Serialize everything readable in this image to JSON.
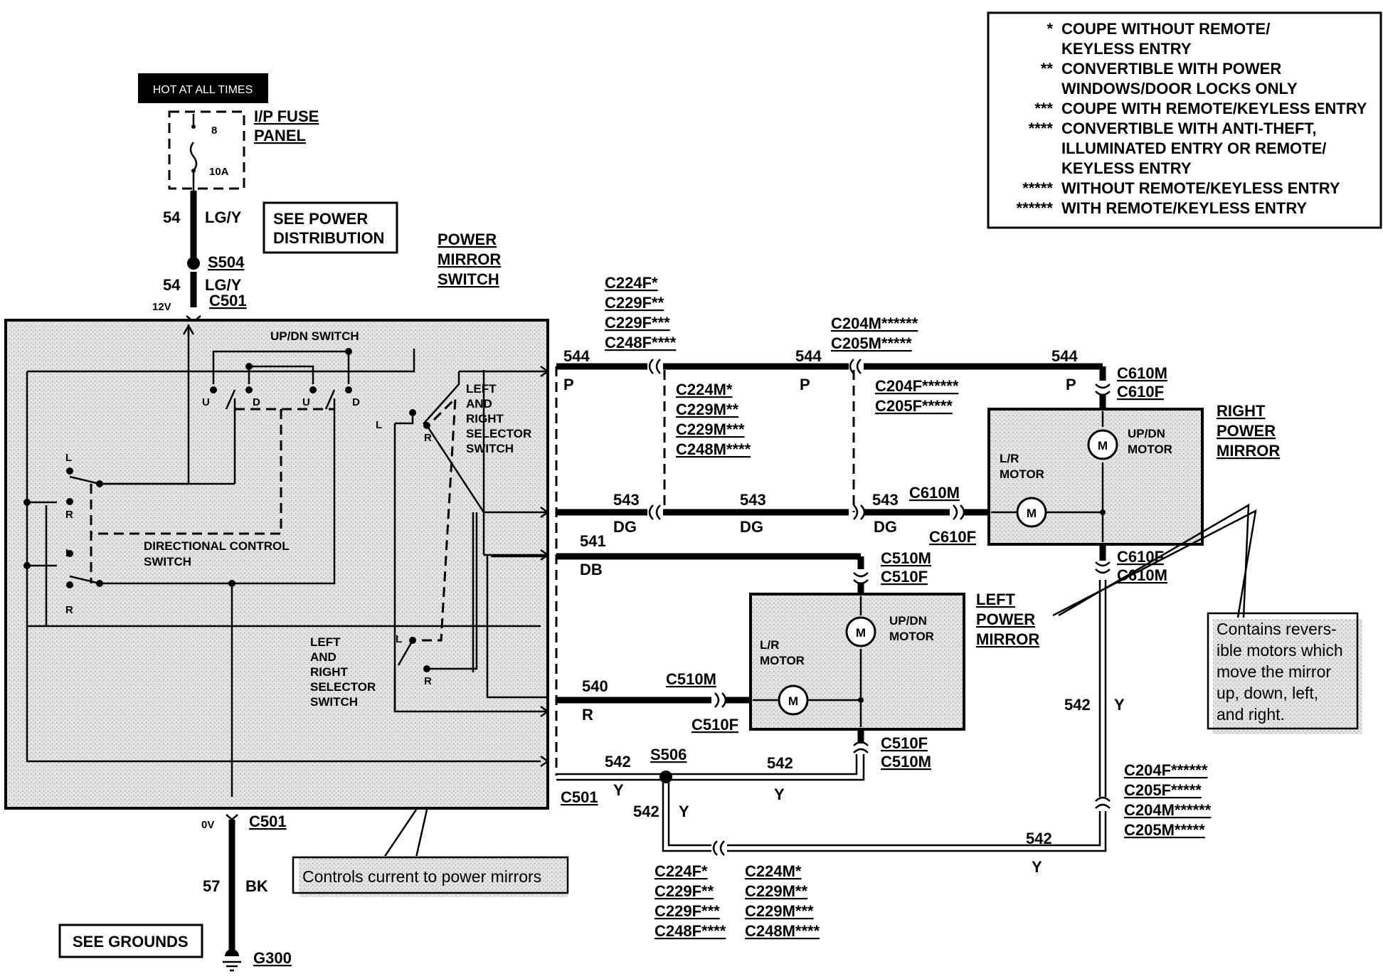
{
  "legend": {
    "rows": [
      {
        "mark": "*",
        "text": [
          "COUPE WITHOUT REMOTE/",
          "KEYLESS ENTRY"
        ]
      },
      {
        "mark": "**",
        "text": [
          "CONVERTIBLE WITH POWER",
          "WINDOWS/DOOR LOCKS ONLY"
        ]
      },
      {
        "mark": "***",
        "text": [
          "COUPE WITH REMOTE/KEYLESS ENTRY"
        ]
      },
      {
        "mark": "****",
        "text": [
          "CONVERTIBLE WITH ANTI-THEFT,",
          "ILLUMINATED ENTRY OR REMOTE/",
          "KEYLESS ENTRY"
        ]
      },
      {
        "mark": "*****",
        "text": [
          "WITHOUT REMOTE/KEYLESS ENTRY"
        ]
      },
      {
        "mark": "******",
        "text": [
          "WITH REMOTE/KEYLESS ENTRY"
        ]
      }
    ]
  },
  "power": {
    "hot_label": "HOT AT ALL TIMES",
    "fuse_panel": [
      "I/P FUSE",
      "PANEL"
    ],
    "fuse_number": "8",
    "fuse_rating": "10A",
    "see_power": [
      "SEE POWER",
      "DISTRIBUTION"
    ],
    "splice": "S504",
    "circuit": "54",
    "color": "LG/Y",
    "voltage": "12V",
    "connector": "C501"
  },
  "switch": {
    "title": [
      "POWER",
      "MIRROR",
      "SWITCH"
    ],
    "updn": "UP/DN SWITCH",
    "directional": [
      "DIRECTIONAL CONTROL",
      "SWITCH"
    ],
    "selector": [
      "LEFT",
      "AND",
      "RIGHT",
      "SELECTOR",
      "SWITCH"
    ],
    "pos_u": "U",
    "pos_d": "D",
    "pos_l": "L",
    "pos_r": "R"
  },
  "ground": {
    "voltage": "0V",
    "connector": "C501",
    "circuit": "57",
    "color": "BK",
    "ground": "G300",
    "see_grounds": "SEE GROUNDS"
  },
  "callouts": {
    "switch": "Controls current to power mirrors",
    "mirror": [
      "Contains revers-",
      "ible motors which",
      "move the mirror",
      "up,  down,  left,",
      "and right."
    ]
  },
  "wires": {
    "w544": {
      "circuit": "544",
      "color": "P"
    },
    "w543": {
      "circuit": "543",
      "color": "DG"
    },
    "w541": {
      "circuit": "541",
      "color": "DB"
    },
    "w540": {
      "circuit": "540",
      "color": "R"
    },
    "w542": {
      "circuit": "542",
      "color": "Y"
    },
    "splice": "S506",
    "c501": "C501"
  },
  "connectors": {
    "upper_f": [
      "C224F*",
      "C229F**",
      "C229F***",
      "C248F****"
    ],
    "upper_m": [
      "C224M*",
      "C229M**",
      "C229M***",
      "C248M****"
    ],
    "mid_m": [
      "C204M******",
      "C205M*****"
    ],
    "mid_f": [
      "C204F******",
      "C205F*****"
    ],
    "c610_top": [
      "C610M",
      "C610F"
    ],
    "c610_dg": [
      "C610M",
      "C610F"
    ],
    "c610_bottom": [
      "C610F",
      "C610M"
    ],
    "c510_top": [
      "C510M",
      "C510F"
    ],
    "c510_r": [
      "C510M",
      "C510F"
    ],
    "c510_bottom": [
      "C510F",
      "C510M"
    ],
    "right_lower": [
      "C204F******",
      "C205F*****",
      "C204M******",
      "C205M*****"
    ],
    "bottom_f": [
      "C224F*",
      "C229F**",
      "C229F***",
      "C248F****"
    ],
    "bottom_m": [
      "C224M*",
      "C229M**",
      "C229M***",
      "C248M****"
    ]
  },
  "mirrors": {
    "right": {
      "title": [
        "RIGHT",
        "POWER",
        "MIRROR"
      ],
      "updn": [
        "UP/DN",
        "MOTOR"
      ],
      "lr": [
        "L/R",
        "MOTOR"
      ],
      "motor": "M"
    },
    "left": {
      "title": [
        "LEFT",
        "POWER",
        "MIRROR"
      ],
      "updn": [
        "UP/DN",
        "MOTOR"
      ],
      "lr": [
        "L/R",
        "MOTOR"
      ],
      "motor": "M"
    }
  }
}
